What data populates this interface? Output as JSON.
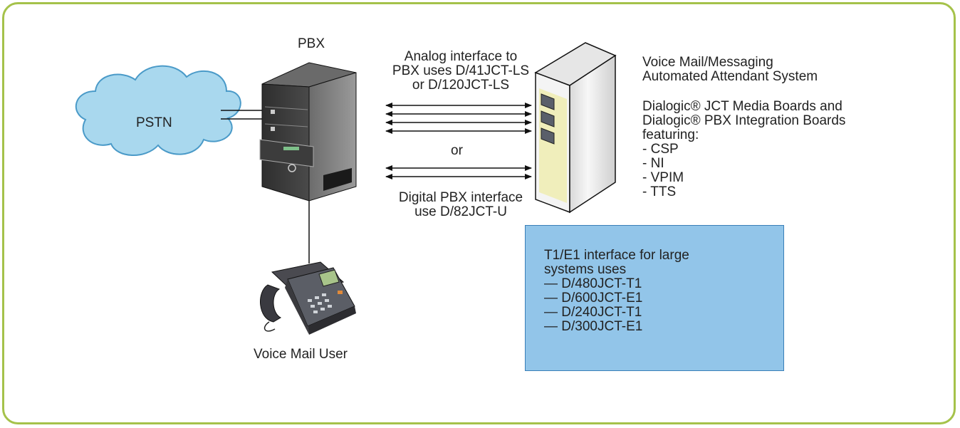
{
  "nodes": {
    "pbx": {
      "label": "PBX"
    },
    "pstn": {
      "label": "PSTN"
    },
    "voicemail_user": {
      "label": "Voice Mail User"
    },
    "server": {
      "title_lines": [
        "Voice Mail/Messaging",
        "Automated Attendant System"
      ],
      "boards_lines": [
        "Dialogic® JCT Media Boards and",
        "Dialogic® PBX Integration Boards",
        "featuring:"
      ],
      "features": [
        "- CSP",
        "- NI",
        "- VPIM",
        "- TTS"
      ]
    }
  },
  "edges": {
    "analog_label_lines": [
      "Analog interface to",
      "PBX uses D/41JCT-LS",
      "or D/120JCT-LS"
    ],
    "or_label": "or",
    "digital_label_lines": [
      "Digital PBX interface",
      "use D/82JCT-U"
    ]
  },
  "t1_box": {
    "lines": [
      "T1/E1 interface for large",
      "systems uses"
    ],
    "items": [
      "— D/480JCT-T1",
      "— D/600JCT-E1",
      "— D/240JCT-T1",
      "— D/300JCT-E1"
    ]
  },
  "colors": {
    "frame_border": "#a5c24a",
    "cloud_fill": "#a9d8ee",
    "cloud_stroke": "#4a9ac8",
    "t1_box_fill": "#92c5e9",
    "server_body": "#f2f2f2",
    "pbx_body": "#3a3a3a"
  }
}
